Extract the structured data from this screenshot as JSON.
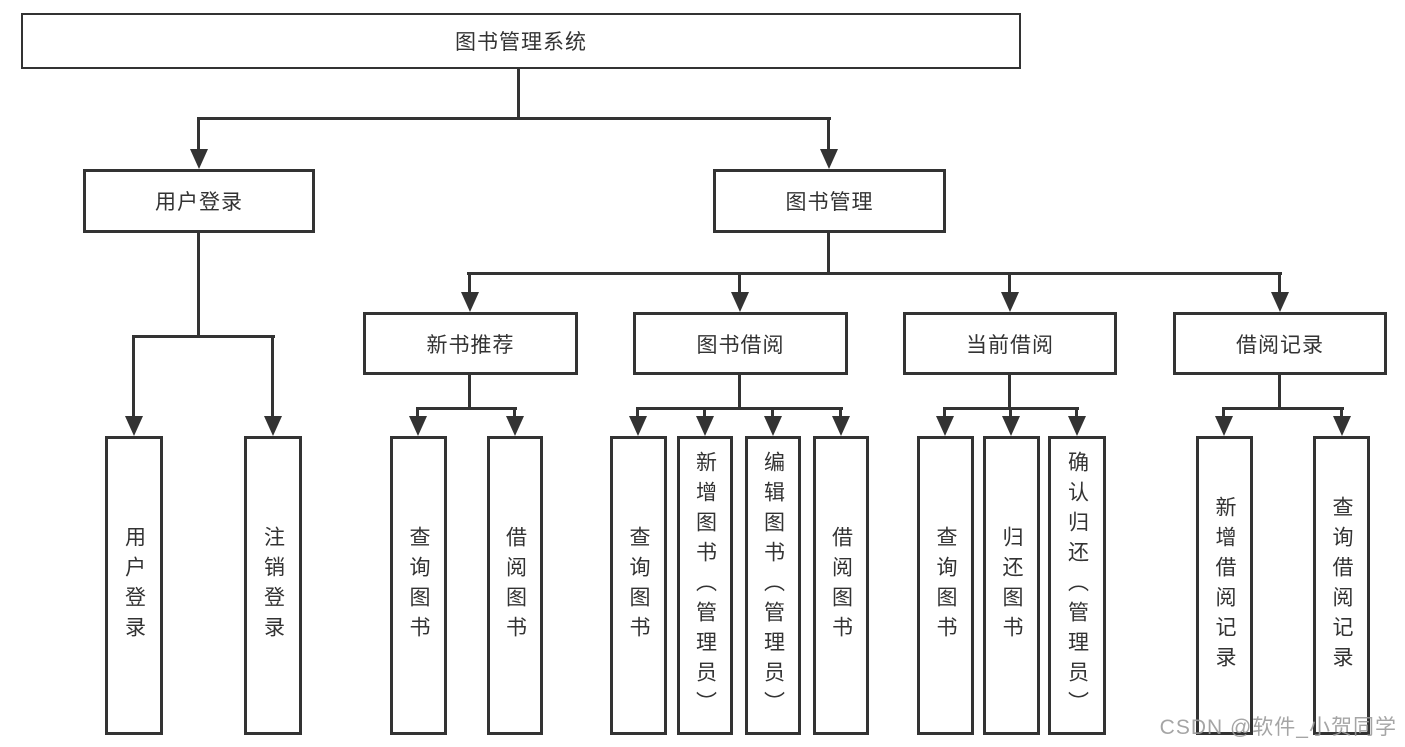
{
  "tree": {
    "label": "图书管理系统",
    "children": [
      {
        "label": "用户登录",
        "children": [
          {
            "label": "用户登录"
          },
          {
            "label": "注销登录"
          }
        ]
      },
      {
        "label": "图书管理",
        "children": [
          {
            "label": "新书推荐",
            "children": [
              {
                "label": "查询图书"
              },
              {
                "label": "借阅图书"
              }
            ]
          },
          {
            "label": "图书借阅",
            "children": [
              {
                "label": "查询图书"
              },
              {
                "label": "新增图书（管理员）"
              },
              {
                "label": "编辑图书（管理员）"
              },
              {
                "label": "借阅图书"
              }
            ]
          },
          {
            "label": "当前借阅",
            "children": [
              {
                "label": "查询图书"
              },
              {
                "label": "归还图书"
              },
              {
                "label": "确认归还（管理员）"
              }
            ]
          },
          {
            "label": "借阅记录",
            "children": [
              {
                "label": "新增借阅记录"
              },
              {
                "label": "查询借阅记录"
              }
            ]
          }
        ]
      }
    ]
  },
  "watermark": {
    "text": "CSDN @软件_小贺同学"
  },
  "colors": {
    "background": "#ffffff",
    "line": "#333333",
    "box_border": "#333333",
    "text": "#333333",
    "watermark": "#9c9c9c"
  }
}
